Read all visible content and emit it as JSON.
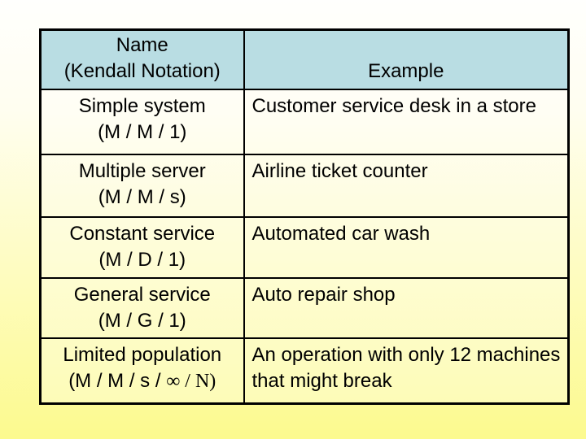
{
  "slide": {
    "colors": {
      "bg_gradient": [
        "#FFFFFD",
        "#FFFEF0",
        "#FEFCC0",
        "#FCFA8E"
      ],
      "header_bg": "#B9DDE3",
      "border": "#000000",
      "text": "#000000"
    }
  },
  "table": {
    "header": {
      "name_line1": "Name",
      "name_line2": "(Kendall Notation)",
      "example": "Example"
    },
    "rows": [
      {
        "name": "Simple system",
        "notation": "(M / M / 1)",
        "example": "Customer service desk in a store"
      },
      {
        "name": "Multiple server",
        "notation": "(M / M / s)",
        "example": "Airline ticket counter"
      },
      {
        "name": "Constant service",
        "notation": "(M / D / 1)",
        "example": "Automated car wash"
      },
      {
        "name": "General service",
        "notation": "(M / G / 1)",
        "example": "Auto repair shop"
      },
      {
        "name": "Limited population",
        "notation": "(M / M / s / ",
        "notation_serif": "∞ / N)",
        "example": "An operation with only 12 machines that might break"
      }
    ]
  }
}
